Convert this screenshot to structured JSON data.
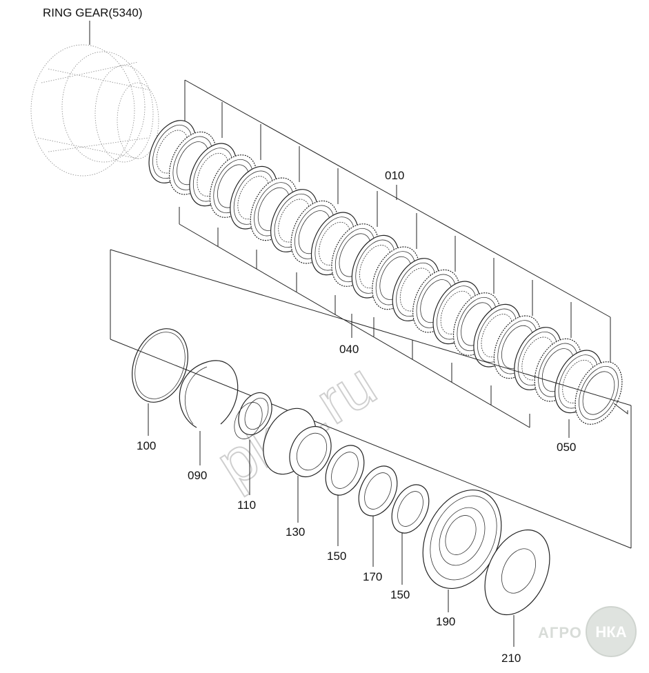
{
  "diagram": {
    "ring_gear_label": "RING GEAR(5340)",
    "part_labels": {
      "p010": "010",
      "p040": "040",
      "p050": "050",
      "p100": "100",
      "p090": "090",
      "p110": "110",
      "p130": "130",
      "p150a": "150",
      "p170": "170",
      "p150b": "150",
      "p190": "190",
      "p210": "210"
    },
    "watermark": "pka.ru",
    "logo": {
      "left": "АГРО",
      "right": "НКА"
    }
  }
}
